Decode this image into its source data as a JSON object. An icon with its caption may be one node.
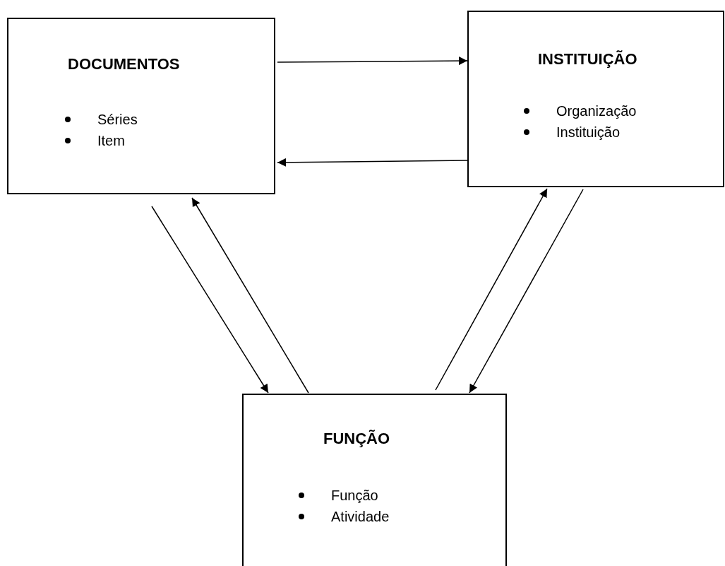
{
  "diagram": {
    "nodes": [
      {
        "text": [
          "DOCUMENTOS",
          "Séries",
          "Item"
        ]
      },
      {
        "text": [
          "INSTITUIÇÃO",
          "Organização",
          "Instituição"
        ]
      },
      {
        "text": [
          "FUNÇÃO",
          "Função",
          "Atividade"
        ]
      }
    ],
    "edges": [
      {
        "from": 0,
        "to": 1,
        "arrow": "to"
      },
      {
        "from": 1,
        "to": 0,
        "arrow": "to"
      },
      {
        "from": 0,
        "to": 2,
        "arrow": "to"
      },
      {
        "from": 2,
        "to": 0,
        "arrow": "to"
      },
      {
        "from": 2,
        "to": 1,
        "arrow": "to"
      },
      {
        "from": 1,
        "to": 2,
        "arrow": "to"
      }
    ]
  }
}
